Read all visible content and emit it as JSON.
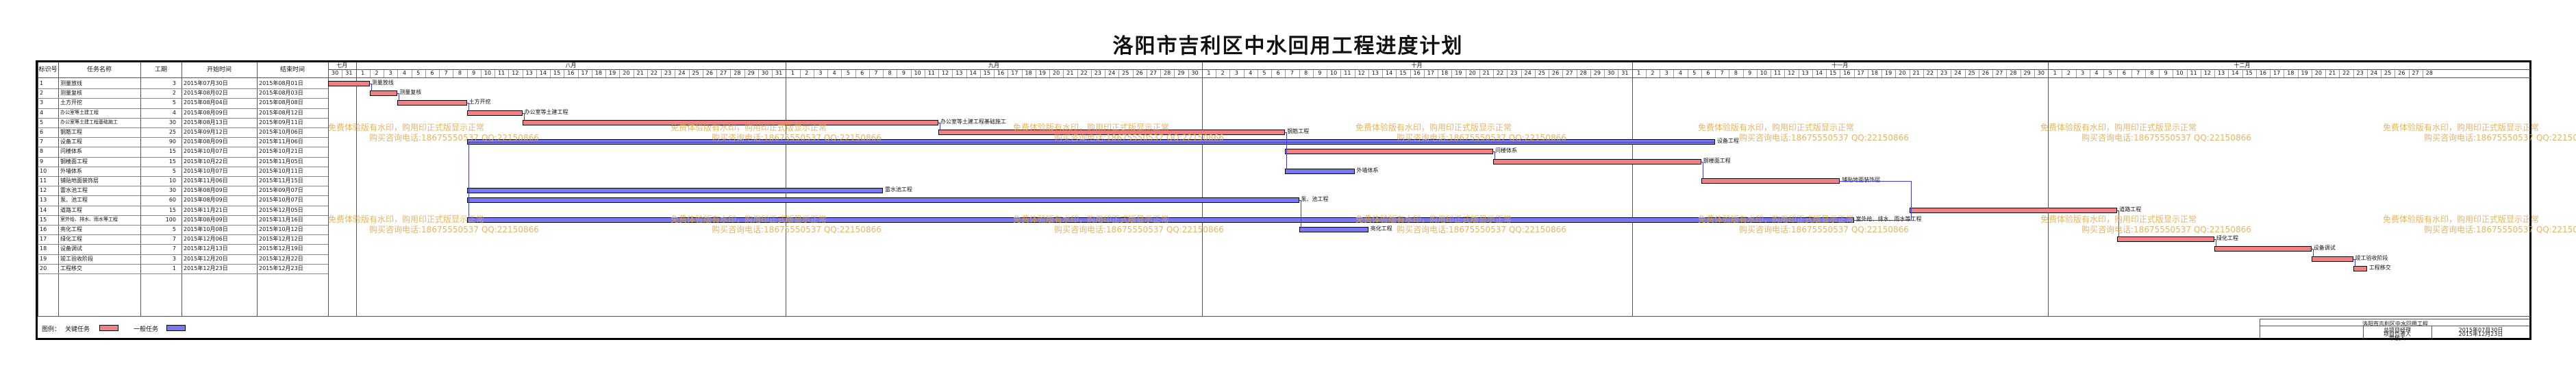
{
  "title": "洛阳市吉利区中水回用工程进度计划",
  "table_headers": {
    "no": "标识号",
    "name": "任务名称",
    "duration": "工期",
    "start": "开始时间",
    "end": "结束时间"
  },
  "months": [
    {
      "label": "七月",
      "days": [
        "30",
        "31"
      ]
    },
    {
      "label": "八月",
      "days": [
        "1",
        "2",
        "3",
        "4",
        "5",
        "6",
        "7",
        "8",
        "9",
        "10",
        "11",
        "12",
        "13",
        "14",
        "15",
        "16",
        "17",
        "18",
        "19",
        "20",
        "21",
        "22",
        "23",
        "24",
        "25",
        "26",
        "27",
        "28",
        "29",
        "30",
        "31"
      ]
    },
    {
      "label": "九月",
      "days": [
        "1",
        "2",
        "3",
        "4",
        "5",
        "6",
        "7",
        "8",
        "9",
        "10",
        "11",
        "12",
        "13",
        "14",
        "15",
        "16",
        "17",
        "18",
        "19",
        "20",
        "21",
        "22",
        "23",
        "24",
        "25",
        "26",
        "27",
        "28",
        "29",
        "30"
      ]
    },
    {
      "label": "十月",
      "days": [
        "1",
        "2",
        "3",
        "4",
        "5",
        "6",
        "7",
        "8",
        "9",
        "10",
        "11",
        "12",
        "13",
        "14",
        "15",
        "16",
        "17",
        "18",
        "19",
        "20",
        "21",
        "22",
        "23",
        "24",
        "25",
        "26",
        "27",
        "28",
        "29",
        "30",
        "31"
      ]
    },
    {
      "label": "十一月",
      "days": [
        "1",
        "2",
        "3",
        "4",
        "5",
        "6",
        "7",
        "8",
        "9",
        "10",
        "11",
        "12",
        "13",
        "14",
        "15",
        "16",
        "17",
        "18",
        "19",
        "20",
        "21",
        "22",
        "23",
        "24",
        "25",
        "26",
        "27",
        "28",
        "29",
        "30"
      ]
    },
    {
      "label": "十二月",
      "days": [
        "1",
        "2",
        "3",
        "4",
        "5",
        "6",
        "7",
        "8",
        "9",
        "10",
        "11",
        "12",
        "13",
        "14",
        "15",
        "16",
        "17",
        "18",
        "19",
        "20",
        "21",
        "22",
        "23",
        "24",
        "25",
        "26",
        "27",
        "28"
      ]
    }
  ],
  "tasks": [
    {
      "id": "1",
      "name": "测量放线",
      "duration": "3",
      "start": "2015年07月30日",
      "end": "2015年08月01日",
      "type": "critical",
      "s": 0,
      "e": 3
    },
    {
      "id": "2",
      "name": "测量复核",
      "duration": "2",
      "start": "2015年08月02日",
      "end": "2015年08月03日",
      "type": "critical",
      "s": 3,
      "e": 5
    },
    {
      "id": "3",
      "name": "土方开挖",
      "duration": "5",
      "start": "2015年08月04日",
      "end": "2015年08月08日",
      "type": "critical",
      "s": 5,
      "e": 10
    },
    {
      "id": "4",
      "name": "办公室等土建工程",
      "duration": "4",
      "start": "2015年08月09日",
      "end": "2015年08月12日",
      "type": "critical",
      "s": 10,
      "e": 14
    },
    {
      "id": "5",
      "name": "办公室等土建工程基础施工",
      "duration": "30",
      "start": "2015年08月13日",
      "end": "2015年09月11日",
      "type": "critical",
      "s": 14,
      "e": 44
    },
    {
      "id": "6",
      "name": "钢筋工程",
      "duration": "25",
      "start": "2015年09月12日",
      "end": "2015年10月06日",
      "type": "critical",
      "s": 44,
      "e": 69
    },
    {
      "id": "7",
      "name": "设备工程",
      "duration": "90",
      "start": "2015年08月09日",
      "end": "2015年11月06日",
      "type": "normal",
      "s": 10,
      "e": 100
    },
    {
      "id": "8",
      "name": "问楼体系",
      "duration": "15",
      "start": "2015年10月07日",
      "end": "2015年10月21日",
      "type": "critical",
      "s": 69,
      "e": 84
    },
    {
      "id": "9",
      "name": "钢楼面工程",
      "duration": "15",
      "start": "2015年10月22日",
      "end": "2015年11月05日",
      "type": "critical",
      "s": 84,
      "e": 99
    },
    {
      "id": "10",
      "name": "外墙体系",
      "duration": "5",
      "start": "2015年10月07日",
      "end": "2015年10月11日",
      "type": "normal",
      "s": 69,
      "e": 74
    },
    {
      "id": "11",
      "name": "铺贴地面装饰层",
      "duration": "10",
      "start": "2015年11月06日",
      "end": "2015年11月15日",
      "type": "critical",
      "s": 99,
      "e": 109
    },
    {
      "id": "12",
      "name": "雷水池工程",
      "duration": "30",
      "start": "2015年08月09日",
      "end": "2015年09月07日",
      "type": "normal",
      "s": 10,
      "e": 40
    },
    {
      "id": "13",
      "name": "泵、池工程",
      "duration": "60",
      "start": "2015年08月09日",
      "end": "2015年10月07日",
      "type": "normal",
      "s": 10,
      "e": 70
    },
    {
      "id": "14",
      "name": "道路工程",
      "duration": "15",
      "start": "2015年11月21日",
      "end": "2015年12月05日",
      "type": "critical",
      "s": 114,
      "e": 129
    },
    {
      "id": "15",
      "name": "室外给、排水、雨水等工程",
      "duration": "100",
      "start": "2015年08月09日",
      "end": "2015年11月16日",
      "type": "normal",
      "s": 10,
      "e": 110
    },
    {
      "id": "16",
      "name": "亮化工程",
      "duration": "5",
      "start": "2015年10月08日",
      "end": "2015年10月12日",
      "type": "normal",
      "s": 70,
      "e": 75
    },
    {
      "id": "17",
      "name": "绿化工程",
      "duration": "7",
      "start": "2015年12月06日",
      "end": "2015年12月12日",
      "type": "critical",
      "s": 129,
      "e": 136
    },
    {
      "id": "18",
      "name": "设备调试",
      "duration": "7",
      "start": "2015年12月13日",
      "end": "2015年12月19日",
      "type": "critical",
      "s": 136,
      "e": 143
    },
    {
      "id": "19",
      "name": "竣工验收阶段",
      "duration": "3",
      "start": "2015年12月20日",
      "end": "2015年12月22日",
      "type": "critical",
      "s": 143,
      "e": 146
    },
    {
      "id": "20",
      "name": "工程移交",
      "duration": "1",
      "start": "2015年12月23日",
      "end": "2015年12月23日",
      "type": "critical",
      "s": 146,
      "e": 147
    }
  ],
  "watermark": {
    "line1": "免费体验版有水印，购用印正式版显示正常",
    "line2": "购买咨询电话:18675550537 QQ:22150866"
  },
  "legend": {
    "label": "图例：",
    "critical": "关键任务",
    "normal": "一般任务"
  },
  "signature": {
    "title": "洛阳市吉利区中水回用工程",
    "rows": [
      {
        "role": "总项目经理",
        "value": "2015年07月30日"
      },
      {
        "role": "项目负责人",
        "value": "2015年12月23日"
      },
      {
        "role": "审核人",
        "value": ""
      }
    ]
  },
  "colors": {
    "critical": "#f27f86",
    "normal": "#7878f2",
    "watermark": "#e0a94a"
  }
}
